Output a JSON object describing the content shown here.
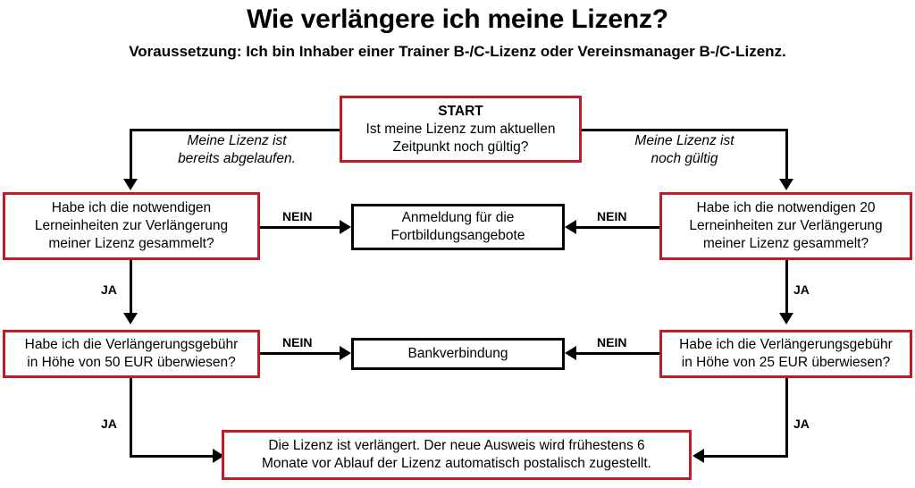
{
  "header": {
    "title": "Wie verlängere ich meine Lizenz?",
    "subtitle": "Voraussetzung: Ich bin Inhaber einer Trainer B-/C-Lizenz oder Vereinsmanager B-/C-Lizenz."
  },
  "colors": {
    "accent_red": "#C01B29",
    "line_black": "#000000",
    "background": "#FFFFFF"
  },
  "chart_data": {
    "type": "diagram",
    "title": "Wie verlängere ich meine Lizenz?",
    "subtitle": "Voraussetzung: Ich bin Inhaber einer Trainer B-/C-Lizenz oder Vereinsmanager B-/C-Lizenz.",
    "nodes": [
      {
        "id": "start",
        "label": "Ist meine Lizenz zum aktuellen Zeitpunkt noch gültig?",
        "heading": "START",
        "border": "red"
      },
      {
        "id": "left-units",
        "label": "Habe ich die notwendigen Lerneinheiten zur Verlängerung meiner Lizenz gesammelt?",
        "border": "red"
      },
      {
        "id": "right-units",
        "label": "Habe ich die notwendigen 20 Lerneinheiten zur Verlängerung meiner Lizenz gesammelt?",
        "border": "red"
      },
      {
        "id": "anmeldung",
        "label": "Anmeldung für die Fortbildungsangebote",
        "border": "black"
      },
      {
        "id": "left-fee",
        "label": "Habe ich die Verlängerungsgebühr in Höhe von 50 EUR überwiesen?",
        "border": "red"
      },
      {
        "id": "right-fee",
        "label": "Habe ich die Verlängerungsgebühr in Höhe von 25 EUR überwiesen?",
        "border": "red"
      },
      {
        "id": "bank",
        "label": "Bankverbindung",
        "border": "black"
      },
      {
        "id": "result",
        "label": "Die Lizenz ist verlängert. Der neue Ausweis wird frühestens 6 Monate vor Ablauf der Lizenz automatisch postalisch zugestellt.",
        "border": "red"
      }
    ],
    "edges": [
      {
        "from": "start",
        "to": "left-units",
        "label": "Meine Lizenz ist bereits abgelaufen."
      },
      {
        "from": "start",
        "to": "right-units",
        "label": "Meine Lizenz ist noch gültig"
      },
      {
        "from": "left-units",
        "to": "anmeldung",
        "label": "NEIN"
      },
      {
        "from": "right-units",
        "to": "anmeldung",
        "label": "NEIN"
      },
      {
        "from": "left-units",
        "to": "left-fee",
        "label": "JA"
      },
      {
        "from": "right-units",
        "to": "right-fee",
        "label": "JA"
      },
      {
        "from": "left-fee",
        "to": "bank",
        "label": "NEIN"
      },
      {
        "from": "right-fee",
        "to": "bank",
        "label": "NEIN"
      },
      {
        "from": "left-fee",
        "to": "result",
        "label": "JA"
      },
      {
        "from": "right-fee",
        "to": "result",
        "label": "JA"
      }
    ]
  },
  "nodes": {
    "start": {
      "heading": "START",
      "line1": "Ist meine Lizenz zum aktuellen",
      "line2": "Zeitpunkt noch gültig?"
    },
    "left_units": {
      "line1": "Habe ich die notwendigen",
      "line2": "Lerneinheiten zur Verlängerung",
      "line3": "meiner Lizenz gesammelt?"
    },
    "right_units": {
      "line1": "Habe ich die notwendigen 20",
      "line2": "Lerneinheiten zur Verlängerung",
      "line3": "meiner Lizenz gesammelt?"
    },
    "anmeldung": {
      "line1": "Anmeldung für die",
      "line2": "Fortbildungsangebote"
    },
    "left_fee": {
      "line1": "Habe ich die Verlängerungsgebühr",
      "line2": "in Höhe von 50 EUR überwiesen?"
    },
    "right_fee": {
      "line1": "Habe ich die Verlängerungsgebühr",
      "line2": "in Höhe von 25 EUR überwiesen?"
    },
    "bank": {
      "line1": "Bankverbindung"
    },
    "result": {
      "line1": "Die Lizenz ist verlängert. Der neue Ausweis wird frühestens 6",
      "line2": "Monate vor Ablauf der Lizenz automatisch postalisch zugestellt."
    }
  },
  "edge_labels": {
    "left_branch_l1": "Meine Lizenz ist",
    "left_branch_l2": "bereits abgelaufen.",
    "right_branch_l1": "Meine Lizenz ist",
    "right_branch_l2": "noch gültig",
    "nein_left_top": "NEIN",
    "nein_right_top": "NEIN",
    "nein_left_bottom": "NEIN",
    "nein_right_bottom": "NEIN",
    "ja_left_top": "JA",
    "ja_right_top": "JA",
    "ja_left_bottom": "JA",
    "ja_right_bottom": "JA"
  }
}
